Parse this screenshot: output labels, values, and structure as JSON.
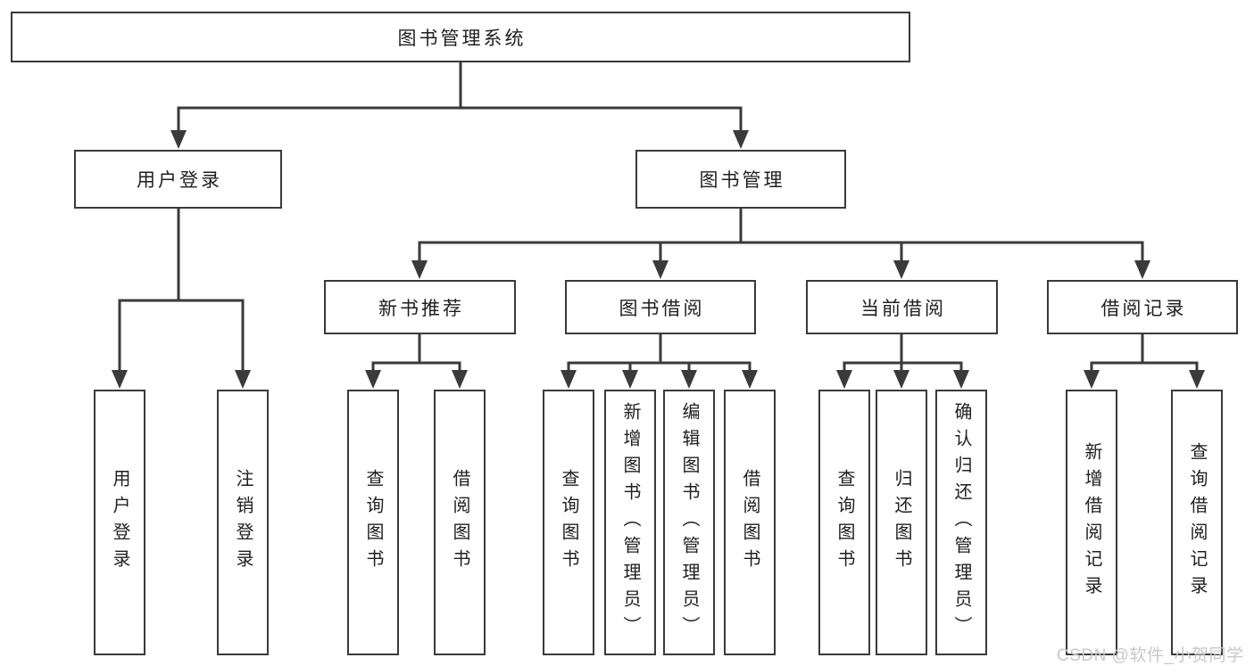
{
  "tree": {
    "label": "图书管理系统",
    "children": [
      {
        "label": "用户登录",
        "children": [
          {
            "label": "用户登录"
          },
          {
            "label": "注销登录"
          }
        ]
      },
      {
        "label": "图书管理",
        "children": [
          {
            "label": "新书推荐",
            "children": [
              {
                "label": "查询图书"
              },
              {
                "label": "借阅图书"
              }
            ]
          },
          {
            "label": "图书借阅",
            "children": [
              {
                "label": "查询图书"
              },
              {
                "label": "新增图书（管理员）"
              },
              {
                "label": "编辑图书（管理员）"
              },
              {
                "label": "借阅图书"
              }
            ]
          },
          {
            "label": "当前借阅",
            "children": [
              {
                "label": "查询图书"
              },
              {
                "label": "归还图书"
              },
              {
                "label": "确认归还（管理员）"
              }
            ]
          },
          {
            "label": "借阅记录",
            "children": [
              {
                "label": "新增借阅记录"
              },
              {
                "label": "查询借阅记录"
              }
            ]
          }
        ]
      }
    ]
  },
  "watermark": {
    "text": "CSDN @软件_小贺同学"
  },
  "colors": {
    "line": "#3a3a3a",
    "box_border": "#3a3a3a",
    "text": "#1f1f1f",
    "watermark": "#c8c8c8",
    "background": "#ffffff"
  }
}
